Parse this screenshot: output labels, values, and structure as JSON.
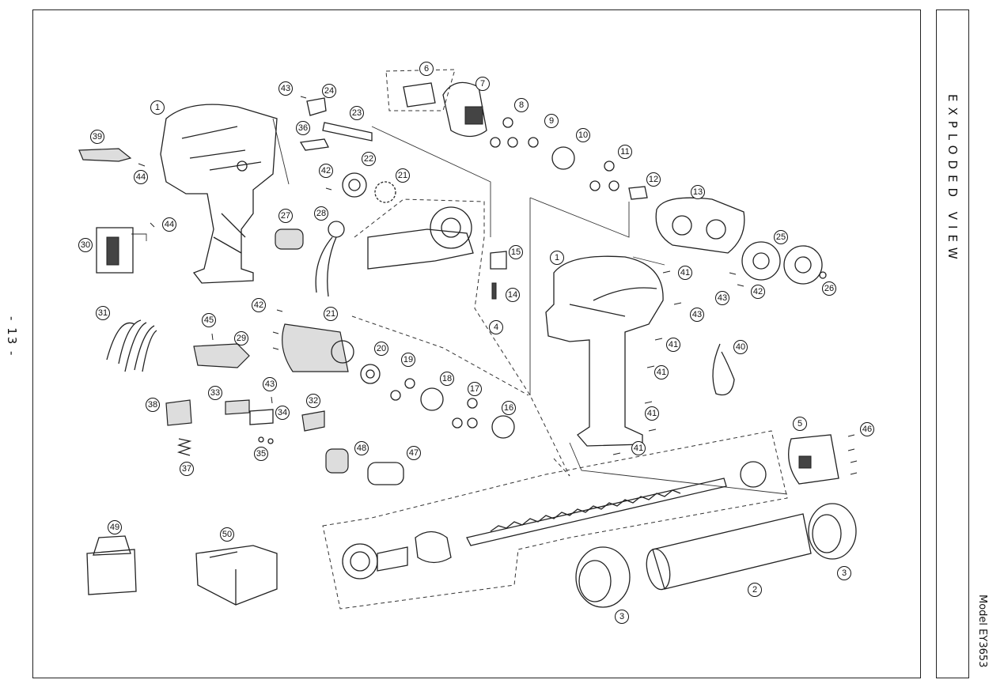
{
  "page": {
    "number": "- 13 -",
    "side_title": "EXPLODED VIEW",
    "model": "Model EY3653"
  },
  "callouts": [
    {
      "id": "c1a",
      "label": "1"
    },
    {
      "id": "c39",
      "label": "39"
    },
    {
      "id": "c44a",
      "label": "44"
    },
    {
      "id": "c44b",
      "label": "44"
    },
    {
      "id": "c30",
      "label": "30"
    },
    {
      "id": "c31",
      "label": "31"
    },
    {
      "id": "c43a",
      "label": "43"
    },
    {
      "id": "c24",
      "label": "24"
    },
    {
      "id": "c23",
      "label": "23"
    },
    {
      "id": "c36",
      "label": "36"
    },
    {
      "id": "c22",
      "label": "22"
    },
    {
      "id": "c42a",
      "label": "42"
    },
    {
      "id": "c21a",
      "label": "21"
    },
    {
      "id": "c27",
      "label": "27"
    },
    {
      "id": "c28",
      "label": "28"
    },
    {
      "id": "c6",
      "label": "6"
    },
    {
      "id": "c7",
      "label": "7"
    },
    {
      "id": "c8",
      "label": "8"
    },
    {
      "id": "c9",
      "label": "9"
    },
    {
      "id": "c10",
      "label": "10"
    },
    {
      "id": "c11",
      "label": "11"
    },
    {
      "id": "c12",
      "label": "12"
    },
    {
      "id": "c13",
      "label": "13"
    },
    {
      "id": "c15",
      "label": "15"
    },
    {
      "id": "c14",
      "label": "14"
    },
    {
      "id": "c4",
      "label": "4"
    },
    {
      "id": "c1b",
      "label": "1"
    },
    {
      "id": "c41a",
      "label": "41"
    },
    {
      "id": "c43b",
      "label": "43"
    },
    {
      "id": "c42b",
      "label": "42"
    },
    {
      "id": "c43c",
      "label": "43"
    },
    {
      "id": "c25",
      "label": "25"
    },
    {
      "id": "c26",
      "label": "26"
    },
    {
      "id": "c41b",
      "label": "41"
    },
    {
      "id": "c40",
      "label": "40"
    },
    {
      "id": "c41c",
      "label": "41"
    },
    {
      "id": "c41d",
      "label": "41"
    },
    {
      "id": "c41e",
      "label": "41"
    },
    {
      "id": "c42c",
      "label": "42"
    },
    {
      "id": "c21b",
      "label": "21"
    },
    {
      "id": "c45",
      "label": "45"
    },
    {
      "id": "c29",
      "label": "29"
    },
    {
      "id": "c20",
      "label": "20"
    },
    {
      "id": "c19",
      "label": "19"
    },
    {
      "id": "c18",
      "label": "18"
    },
    {
      "id": "c17",
      "label": "17"
    },
    {
      "id": "c16",
      "label": "16"
    },
    {
      "id": "c38",
      "label": "38"
    },
    {
      "id": "c33",
      "label": "33"
    },
    {
      "id": "c43d",
      "label": "43"
    },
    {
      "id": "c34",
      "label": "34"
    },
    {
      "id": "c32",
      "label": "32"
    },
    {
      "id": "c35",
      "label": "35"
    },
    {
      "id": "c37",
      "label": "37"
    },
    {
      "id": "c48",
      "label": "48"
    },
    {
      "id": "c47",
      "label": "47"
    },
    {
      "id": "c5",
      "label": "5"
    },
    {
      "id": "c46",
      "label": "46"
    },
    {
      "id": "c49",
      "label": "49"
    },
    {
      "id": "c50",
      "label": "50"
    },
    {
      "id": "c3a",
      "label": "3"
    },
    {
      "id": "c2",
      "label": "2"
    },
    {
      "id": "c3b",
      "label": "3"
    }
  ]
}
